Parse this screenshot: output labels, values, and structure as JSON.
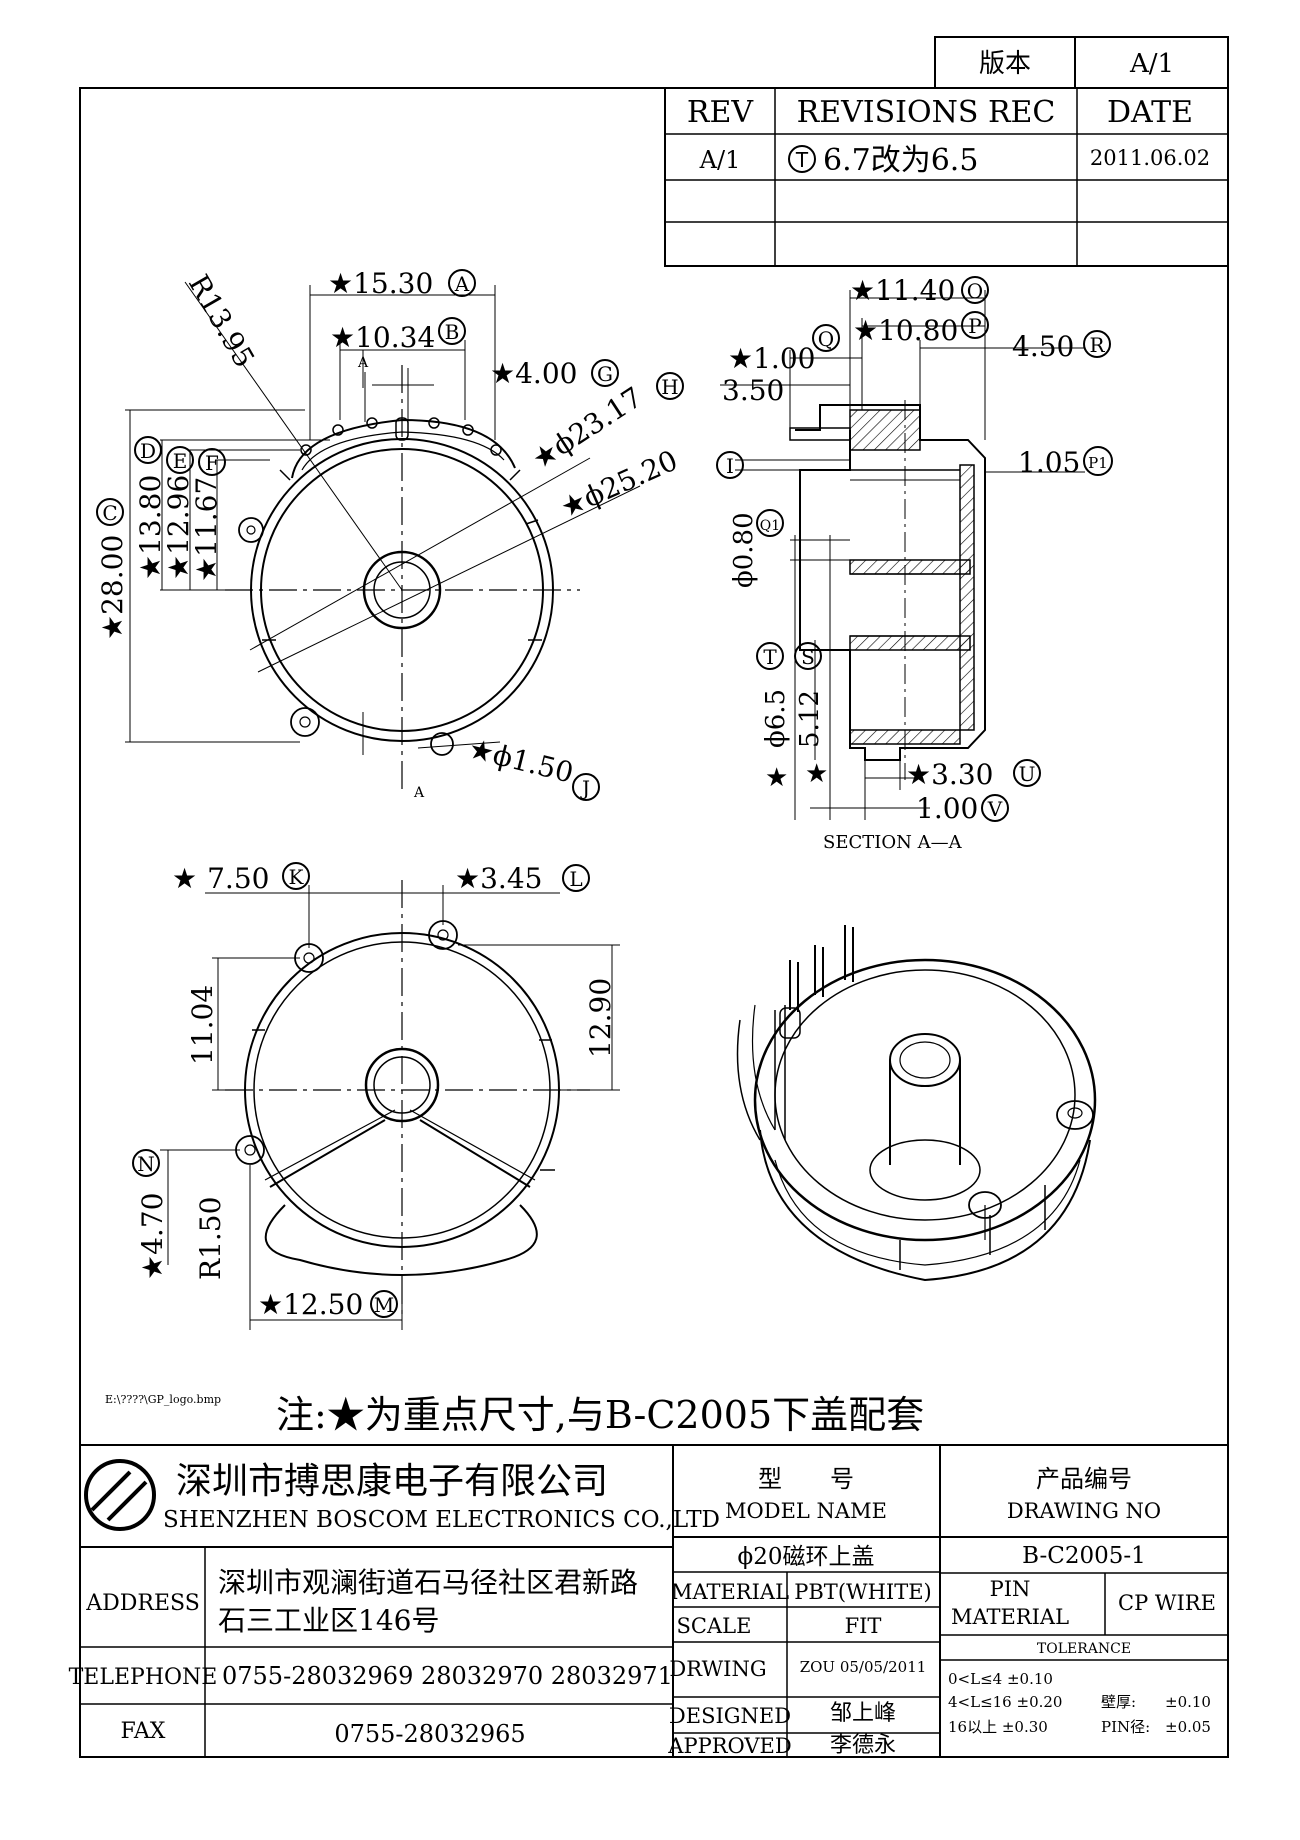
{
  "version_box": {
    "label": "版本",
    "value": "A/1"
  },
  "revisions": {
    "headers": [
      "REV",
      "REVISIONS REC",
      "DATE"
    ],
    "rows": [
      {
        "rev": "A/1",
        "tag": "T",
        "text": "6.7改为6.5",
        "date": "2011.06.02"
      },
      {
        "rev": "",
        "tag": "",
        "text": "",
        "date": ""
      },
      {
        "rev": "",
        "tag": "",
        "text": "",
        "date": ""
      }
    ]
  },
  "top_view": {
    "dims": {
      "a": {
        "prefix": "★",
        "value": "15.30",
        "tag": "A"
      },
      "b": {
        "prefix": "★",
        "value": "10.34",
        "tag": "B"
      },
      "g": {
        "prefix": "★",
        "value": "4.00",
        "tag": "G"
      },
      "h": {
        "prefix": "★",
        "value": "ϕ23.17",
        "tag": "H"
      },
      "i": {
        "prefix": "★",
        "value": "ϕ25.20",
        "tag": ""
      },
      "j": {
        "prefix": "★",
        "value": "ϕ1.50",
        "tag": "J"
      },
      "r": {
        "value": "R13.95"
      },
      "c": {
        "prefix": "★",
        "value": "28.00",
        "tag": "C"
      },
      "d": {
        "prefix": "★",
        "value": "13.80",
        "tag": "D"
      },
      "e": {
        "prefix": "★",
        "value": "12.96",
        "tag": "E"
      },
      "f": {
        "prefix": "★",
        "value": "11.67",
        "tag": "F"
      }
    },
    "section_mark": "A"
  },
  "section_view": {
    "title": "SECTION A—A",
    "dims": {
      "o": {
        "prefix": "★",
        "value": "11.40",
        "tag": "O"
      },
      "p": {
        "prefix": "★",
        "value": "10.80",
        "tag": "P"
      },
      "q": {
        "prefix": "★",
        "value": "1.00",
        "tag": "Q"
      },
      "r": {
        "value": "4.50",
        "tag": "R"
      },
      "s350": {
        "value": "3.50"
      },
      "i": {
        "tag": "I"
      },
      "p1": {
        "value": "1.05",
        "tag": "P1"
      },
      "q1": {
        "value": "ϕ0.80",
        "tag": "Q1"
      },
      "t": {
        "value": "ϕ6.5",
        "tag": "T"
      },
      "s": {
        "value": "5.12",
        "tag": "S"
      },
      "u": {
        "prefix": "★",
        "value": "3.30",
        "tag": "U"
      },
      "v": {
        "value": "1.00",
        "tag": "V"
      }
    },
    "stars": [
      "★",
      "★"
    ]
  },
  "bottom_view": {
    "dims": {
      "k": {
        "prefix": "★",
        "value": "7.50",
        "tag": "K"
      },
      "l": {
        "prefix": "★",
        "value": "3.45",
        "tag": "L"
      },
      "m": {
        "prefix": "★",
        "value": "12.50",
        "tag": "M"
      },
      "n": {
        "prefix": "★",
        "value": "4.70",
        "tag": "N"
      },
      "h1104": {
        "value": "11.04"
      },
      "h1290": {
        "value": "12.90"
      },
      "r150": {
        "value": "R1.50"
      }
    }
  },
  "logo_path": "E:\\????\\GP_logo.bmp",
  "note": "注:★为重点尺寸,与B-C2005下盖配套",
  "title_block": {
    "company_cn": "深圳市搏思康电子有限公司",
    "company_en": "SHENZHEN BOSCOM ELECTRONICS CO.,LTD",
    "address_label": "ADDRESS",
    "address_line1": "深圳市观澜街道石马径社区君新路",
    "address_line2": "石三工业区146号",
    "telephone_label": "TELEPHONE",
    "telephone": "0755-28032969 28032970 28032971",
    "fax_label": "FAX",
    "fax": "0755-28032965",
    "model_label_cn": "型　　号",
    "model_label_en": "MODEL NAME",
    "model_value": "ϕ20磁环上盖",
    "drawing_label_cn": "产品编号",
    "drawing_label_en": "DRAWING NO",
    "drawing_value": "B-C2005-1",
    "material_label": "MATERIAL",
    "material_value": "PBT(WHITE)",
    "pin_label_1": "PIN",
    "pin_label_2": "MATERIAL",
    "pin_value": "CP WIRE",
    "scale_label": "SCALE",
    "scale_value": "FIT",
    "drwing_label": "DRWING",
    "drwing_value": "ZOU 05/05/2011",
    "designed_label": "DESIGNED",
    "designed_value": "邹上峰",
    "approved_label": "APPROVED",
    "approved_value": "李德永",
    "tolerance_label": "TOLERANCE",
    "tol_1": "0<L≤4  ±0.10",
    "tol_2": "4<L≤16  ±0.20",
    "tol_3": "16以上     ±0.30",
    "wall_label": "壁厚:",
    "wall_value": "±0.10",
    "pin_dia_label": "PIN径:",
    "pin_dia_value": "±0.05"
  }
}
